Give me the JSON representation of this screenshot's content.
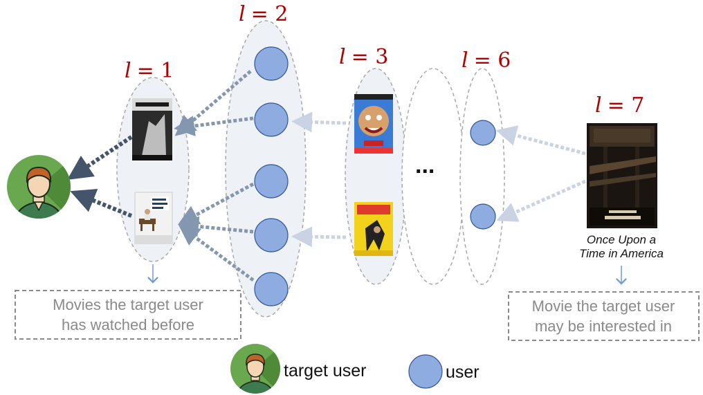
{
  "layers": [
    {
      "l": "l",
      "eq": "= 1"
    },
    {
      "l": "l",
      "eq": "= 2"
    },
    {
      "l": "l",
      "eq": "= 3"
    },
    {
      "l": "l",
      "eq": "= 6"
    },
    {
      "l": "l",
      "eq": "= 7"
    }
  ],
  "ellipsis": "...",
  "target_movie_title": [
    "Once Upon a",
    "Time in America"
  ],
  "left_box": [
    "Movies the target user",
    "has  watched before"
  ],
  "right_box": [
    "Movie the target user",
    "may be interested in"
  ],
  "legend": {
    "target_user": "target user",
    "user": "user"
  },
  "colors": {
    "user_node": "#8eacdf",
    "user_stroke": "#2f5597",
    "arrow_dark": "#44546a",
    "arrow_mid": "#8497b0",
    "arrow_light": "#c9d3e3",
    "avatar_bg": "#6aa84f",
    "layer_label": "#b00000"
  },
  "icons": [
    "target-user-avatar-icon",
    "movie-poster-schindlers-list",
    "movie-poster-forrest-gump",
    "movie-poster-truman-show",
    "movie-poster-ace-ventura",
    "movie-poster-once-upon-a-time-in-america"
  ]
}
